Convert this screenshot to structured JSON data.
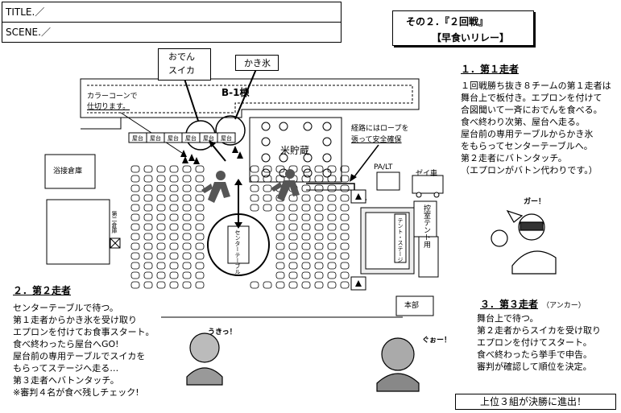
{
  "form": {
    "title_label": "TITLE.／",
    "scene_label": "SCENE.／"
  },
  "header": {
    "line1": "その２．『２回戦』",
    "line2": "【早食いリレー】"
  },
  "map_labels": {
    "oden_suika_1": "おでん",
    "oden_suika_2": "スイカ",
    "kakigori": "かき氷",
    "building": "B-1棟",
    "cone_note_1": "カラーコーンで",
    "cone_note_2": "仕切ります。",
    "rope_note_1": "経路にはロープを",
    "rope_note_2": "張って安全確保",
    "rice_storage": "米貯蔵",
    "bath_store": "浴接倉庫",
    "pa_lt": "PA/LT",
    "station": "ゼイ車",
    "stall": "屋台",
    "center_table": "センターテーブル",
    "stage": "テント・ステージ",
    "tent_use": "控室テント用",
    "honbu": "本部",
    "side_building": "第二倉庫"
  },
  "section1": {
    "heading": "１．第１走者",
    "lines": [
      "１回戦勝ち抜き８チームの第１走者は",
      "舞台上で板付き。エプロンを付けて",
      "合図聞いて一斉におでんを食べる。",
      "食べ終わり次第、屋台へ走る。",
      "屋台前の専用テーブルからかき氷",
      "をもらってセンターテーブルへ。",
      "第２走者にバトンタッチ。",
      "（エプロンがバトン代わりです。）"
    ]
  },
  "section2": {
    "heading": "２．第２走者",
    "lines": [
      "センターテーブルで待つ。",
      "第１走者からかき氷を受け取り",
      "エプロンを付けてお食事スタート。",
      "食べ終わったら屋台へGO!",
      "屋台前の専用テーブルでスイカを",
      "もらってステージへ走る…",
      "第３走者へバトンタッチ。",
      "※審判４名が食べ残しチェック!"
    ]
  },
  "section3": {
    "heading": "３．第３走者",
    "heading_note": "（アンカー）",
    "lines": [
      "舞台上で待つ。",
      "第２走者からスイカを受け取り",
      "エプロンを付けてスタート。",
      "食べ終わったら挙手で申告。",
      "審判が確認して順位を決定。"
    ]
  },
  "footer": {
    "result": "上位３組が決勝に進出！"
  },
  "sfx": {
    "left": "うきっ！",
    "right": "ぐぉー！",
    "top": "ガー！"
  }
}
